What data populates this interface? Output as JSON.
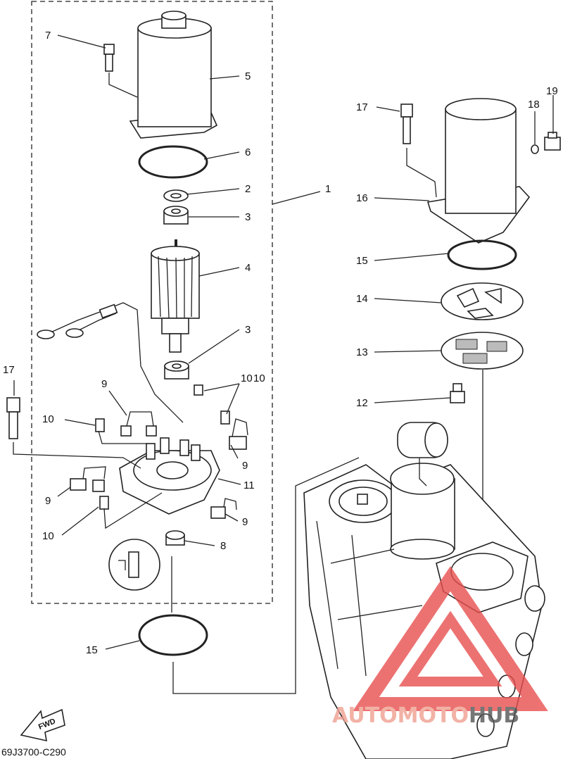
{
  "diagram_code": "69J3700-C290",
  "direction_label": "FWD",
  "watermark": {
    "brand_a": "AUTO",
    "brand_b": "MOTO",
    "brand_c": "HUB",
    "color_a": "#f0a090",
    "color_c": "#555555",
    "logo_color": "#e85050"
  },
  "callouts": [
    "1",
    "2",
    "3",
    "3",
    "4",
    "5",
    "6",
    "7",
    "8",
    "9",
    "9",
    "9",
    "9",
    "10",
    "10",
    "10",
    "10",
    "11",
    "12",
    "13",
    "14",
    "15",
    "15",
    "16",
    "17",
    "17",
    "18",
    "19"
  ]
}
